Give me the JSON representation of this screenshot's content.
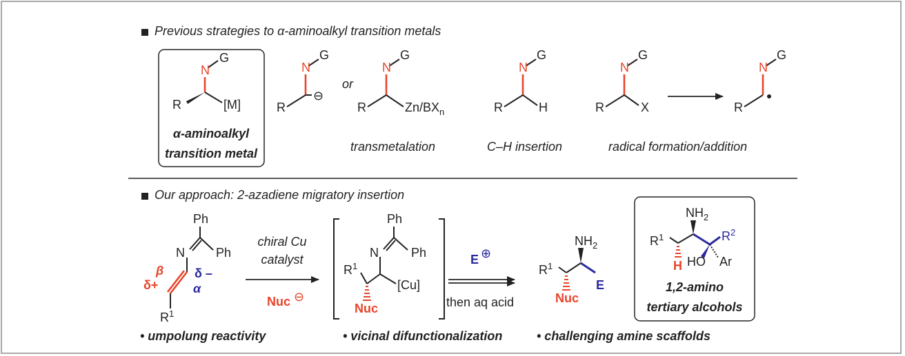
{
  "top_section": {
    "header": "Previous strategies to α-aminoalkyl transition metals",
    "boxed": {
      "n": "N",
      "g": "G",
      "r": "R",
      "m": "[M]",
      "title1": "α-aminoalkyl",
      "title2": "transition metal"
    },
    "struct2": {
      "n": "N",
      "g": "G",
      "r": "R",
      "minus": "⊖"
    },
    "or_text": "or",
    "struct3": {
      "n": "N",
      "g": "G",
      "r": "R",
      "zn": "Zn/BX",
      "zn_sub": "n"
    },
    "struct4": {
      "n": "N",
      "g": "G",
      "r": "R",
      "h": "H"
    },
    "struct5": {
      "n": "N",
      "g": "G",
      "r": "R",
      "x": "X"
    },
    "struct6": {
      "n": "N",
      "g": "G",
      "r": "R"
    },
    "caption_transmetalation": "transmetalation",
    "caption_ch": "C–H insertion",
    "caption_radical": "radical formation/addition"
  },
  "bottom_section": {
    "header": "Our approach: 2-azadiene migratory insertion",
    "azadiene": {
      "ph1": "Ph",
      "ph2": "Ph",
      "n": "N",
      "beta": "β",
      "alpha": "α",
      "delta_plus": "δ+",
      "delta_minus": "δ –",
      "r": "R",
      "r_sup": "1"
    },
    "arrow1": {
      "above1": "chiral Cu",
      "above2": "catalyst",
      "below": "Nuc",
      "minus": "⊖"
    },
    "intermediate": {
      "ph1": "Ph",
      "ph2": "Ph",
      "n": "N",
      "r": "R",
      "r_sup": "1",
      "cu": "[Cu]",
      "nuc": "Nuc"
    },
    "arrow2": {
      "above": "E",
      "plus": "⊕",
      "below": "then aq acid"
    },
    "product": {
      "nh2": "NH",
      "nh2_sub": "2",
      "r": "R",
      "r_sup": "1",
      "e": "E",
      "nuc": "Nuc"
    },
    "boxed": {
      "nh2": "NH",
      "nh2_sub": "2",
      "r1": "R",
      "r1_sup": "1",
      "r2": "R",
      "r2_sup": "2",
      "h": "H",
      "ho": "HO",
      "ar": "Ar",
      "title1": "1,2-amino",
      "title2": "tertiary alcohols"
    },
    "bullet1": "• umpolung reactivity",
    "bullet2": "• vicinal difunctionalization",
    "bullet3": "• challenging amine scaffolds"
  }
}
